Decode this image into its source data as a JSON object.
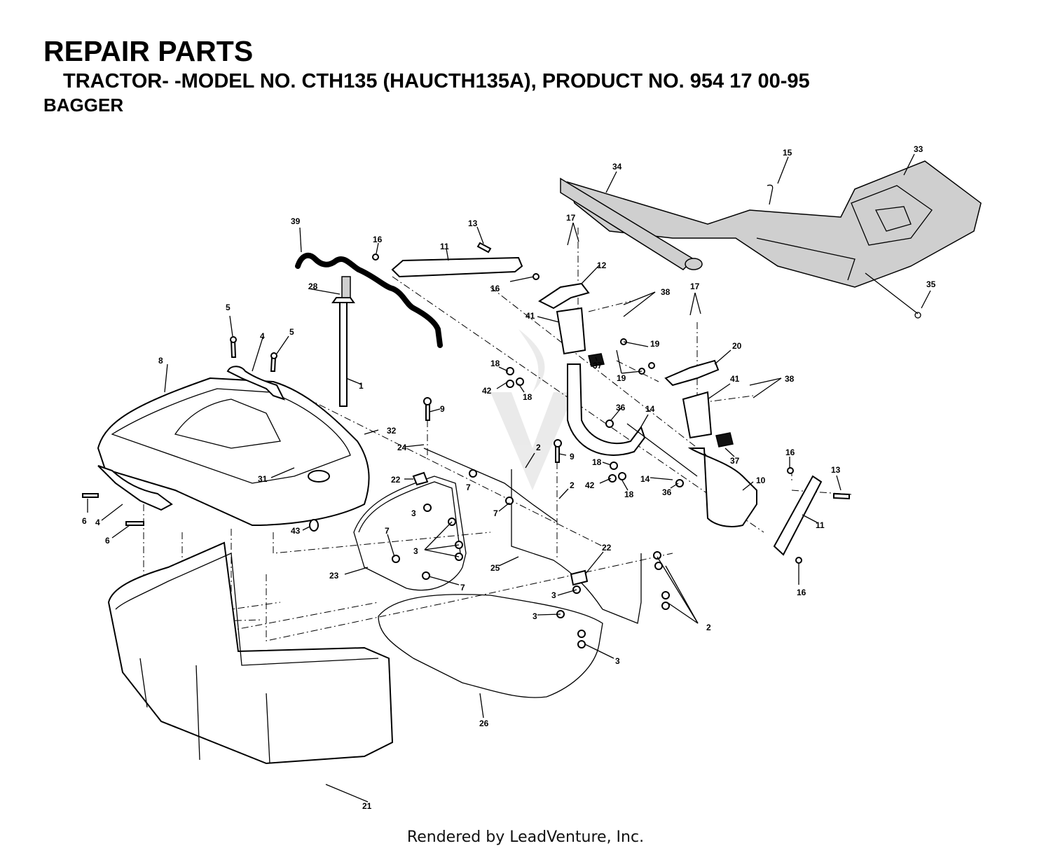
{
  "header": {
    "title": "REPAIR PARTS",
    "subtitle": "TRACTOR- -MODEL NO. CTH135 (HAUCTH135A), PRODUCT NO. 954 17 00-95",
    "section": "BAGGER"
  },
  "callouts": [
    "1",
    "2",
    "3",
    "4",
    "5",
    "6",
    "7",
    "8",
    "9",
    "10",
    "11",
    "12",
    "13",
    "14",
    "15",
    "16",
    "17",
    "18",
    "19",
    "20",
    "21",
    "22",
    "23",
    "24",
    "25",
    "26",
    "28",
    "31",
    "32",
    "33",
    "34",
    "35",
    "36",
    "37",
    "38",
    "39",
    "41",
    "42",
    "43"
  ],
  "footer": {
    "text": "Rendered by LeadVenture, Inc."
  }
}
